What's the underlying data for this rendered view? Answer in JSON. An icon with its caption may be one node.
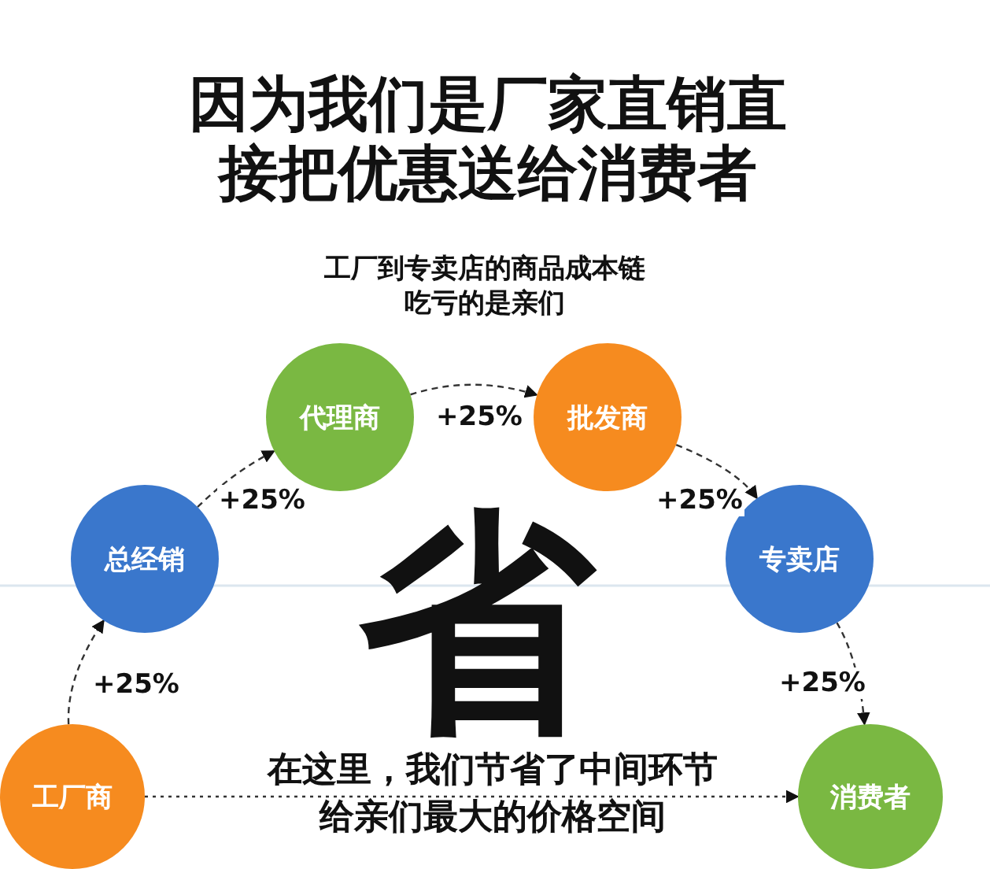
{
  "diagram": {
    "title": "因为我们是厂家直销直接把优惠送给消费者",
    "nodes": [
      {
        "text": [
          "工厂商"
        ]
      },
      {
        "text": [
          "总经销"
        ]
      },
      {
        "text": [
          "代理商"
        ]
      },
      {
        "text": [
          "批发商"
        ]
      },
      {
        "text": [
          "专卖店"
        ]
      },
      {
        "text": [
          "消费者"
        ]
      }
    ],
    "edges": [
      {
        "from": 0,
        "to": 1,
        "arrow": "to",
        "label": "+25%",
        "style": "dashed"
      },
      {
        "from": 1,
        "to": 2,
        "arrow": "to",
        "label": "+25%",
        "style": "dashed"
      },
      {
        "from": 2,
        "to": 3,
        "arrow": "to",
        "label": "+25%",
        "style": "dashed"
      },
      {
        "from": 3,
        "to": 4,
        "arrow": "to",
        "label": "+25%",
        "style": "dashed"
      },
      {
        "from": 4,
        "to": 5,
        "arrow": "to",
        "label": "+25%",
        "style": "dashed"
      },
      {
        "from": 0,
        "to": 5,
        "arrow": "to",
        "label": "在这里，我们节省了中间环节给亲们最大的价格空间",
        "style": "dashed"
      }
    ],
    "labels": [
      "工厂到专卖店的商品成本链吃亏的是亲们",
      "省"
    ]
  }
}
